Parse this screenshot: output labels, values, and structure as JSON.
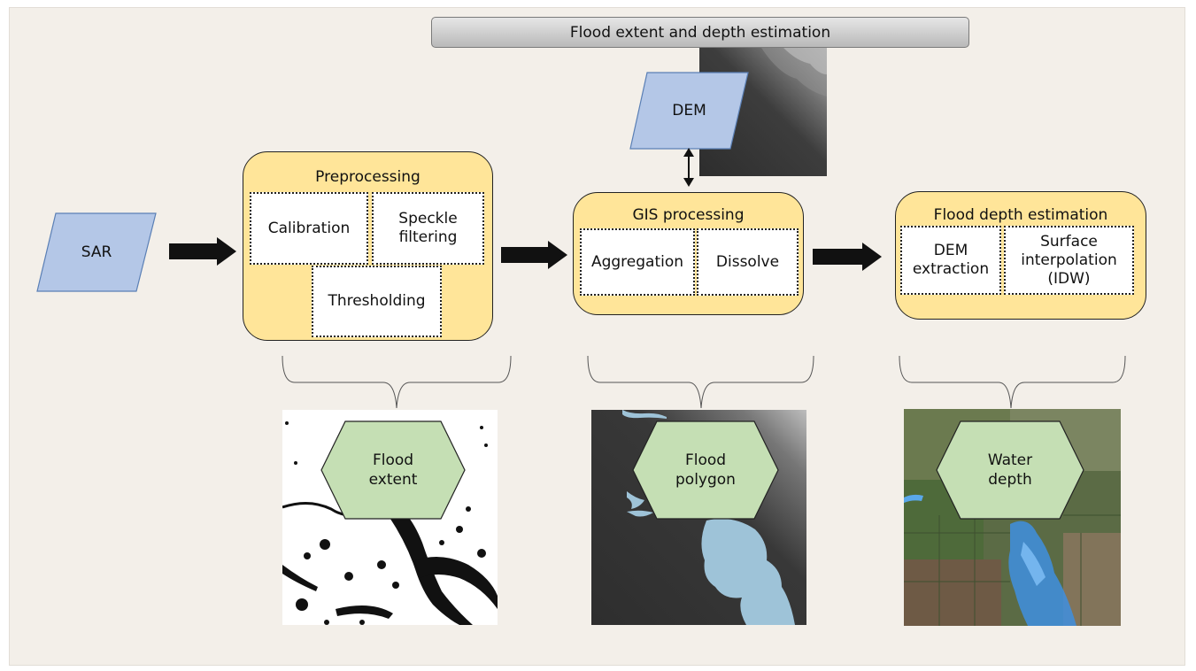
{
  "banner": {
    "label": "Flood extent and depth estimation"
  },
  "inputs": {
    "sar": "SAR",
    "dem": "DEM"
  },
  "stages": {
    "preprocessing": {
      "title": "Preprocessing",
      "steps": [
        "Calibration",
        "Speckle\nfiltering",
        "Thresholding"
      ]
    },
    "gis": {
      "title": "GIS processing",
      "steps": [
        "Aggregation",
        "Dissolve"
      ]
    },
    "depth": {
      "title": "Flood depth estimation",
      "steps": [
        "DEM\nextraction",
        "Surface\ninterpolation\n(IDW)"
      ]
    }
  },
  "outputs": {
    "flood_extent": "Flood\nextent",
    "flood_polygon": "Flood\npolygon",
    "water_depth": "Water\ndepth"
  },
  "colors": {
    "stage_fill": "#ffe599",
    "input_fill": "#b4c7e7",
    "output_fill": "#c5dfb4",
    "background": "#f3efe9"
  },
  "icons": [
    "dem-raster-image",
    "flood-extent-map",
    "flood-polygon-map",
    "water-depth-map"
  ]
}
